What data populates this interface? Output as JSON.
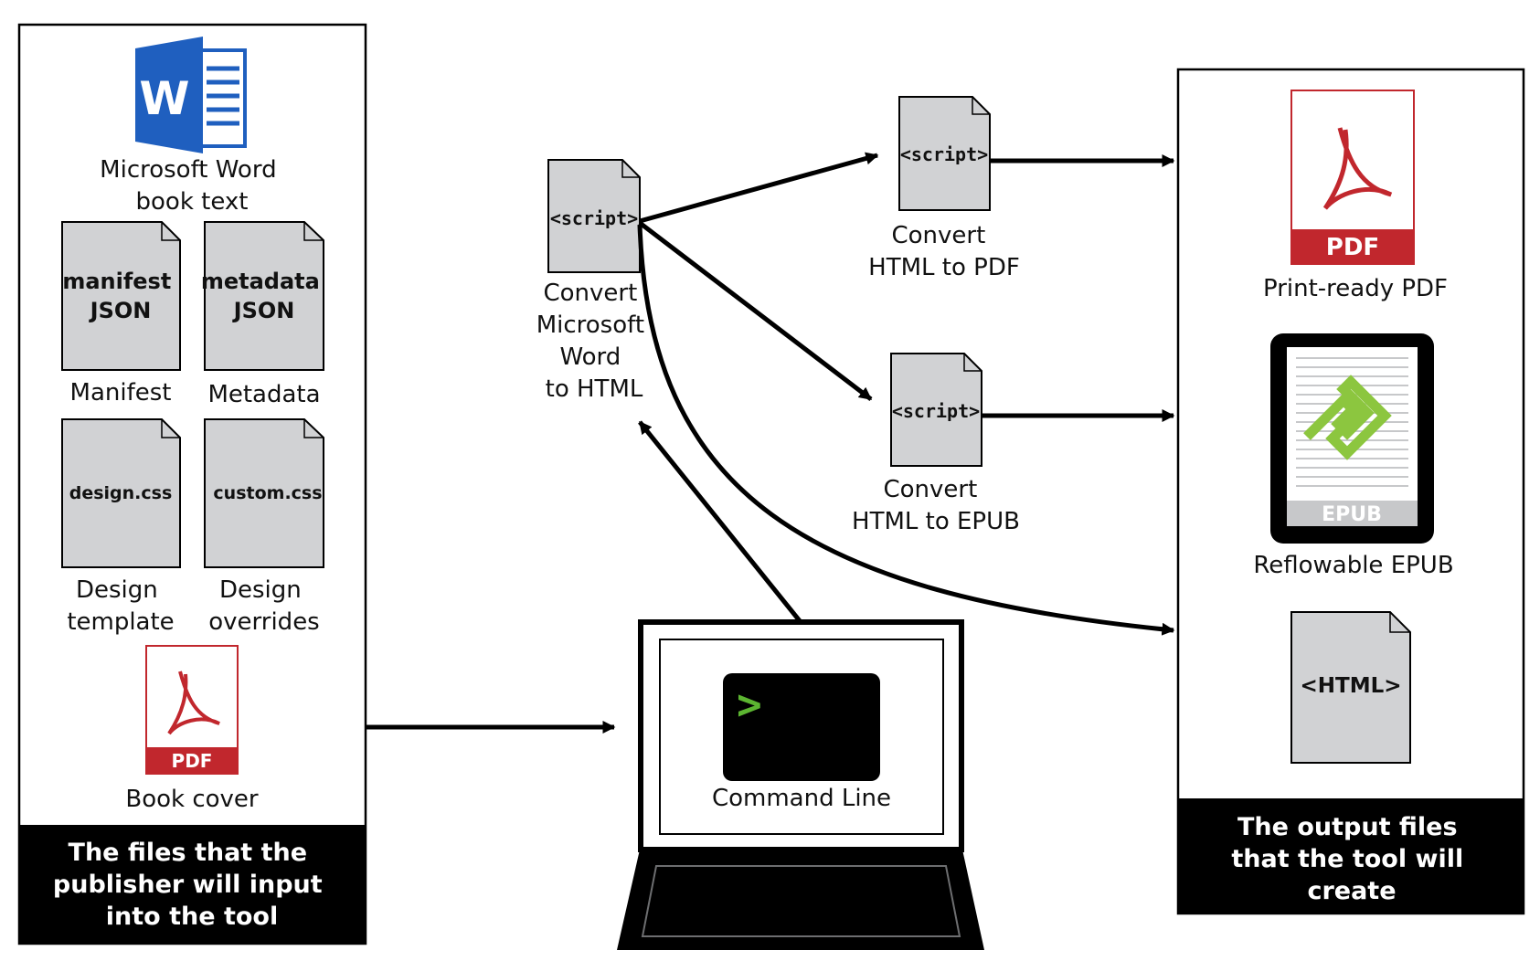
{
  "input_panel": {
    "caption": [
      "The files that the",
      "publisher will input",
      "into the tool"
    ],
    "word": {
      "label": [
        "Microsoft Word",
        "book text"
      ],
      "icon": "microsoft-word-icon",
      "letter": "W"
    },
    "docs": [
      {
        "doc_text": [
          "manifest",
          "JSON"
        ],
        "label": [
          "Manifest"
        ]
      },
      {
        "doc_text": [
          "metadata",
          "JSON"
        ],
        "label": [
          "Metadata"
        ]
      },
      {
        "doc_text": [
          "design.css"
        ],
        "label": [
          "Design",
          "template"
        ]
      },
      {
        "doc_text": [
          "custom.css"
        ],
        "label": [
          "Design",
          "overrides"
        ]
      }
    ],
    "cover": {
      "badge": "PDF",
      "label": [
        "Book cover"
      ],
      "icon": "pdf-file-icon"
    }
  },
  "scripts": {
    "doc_text": "<script>",
    "convert_word": [
      "Convert",
      "Microsoft",
      "Word",
      "to HTML"
    ],
    "convert_pdf": [
      "Convert",
      "HTML to PDF"
    ],
    "convert_epub": [
      "Convert",
      "HTML to EPUB"
    ]
  },
  "laptop": {
    "prompt": ">",
    "label": "Command Line",
    "icon": "laptop-terminal-icon"
  },
  "output_panel": {
    "caption": [
      "The output files",
      "that the tool will",
      "create"
    ],
    "pdf": {
      "badge": "PDF",
      "label": "Print-ready PDF",
      "icon": "pdf-file-icon"
    },
    "epub": {
      "badge": "EPUB",
      "label": "Reflowable EPUB",
      "icon": "epub-tablet-icon"
    },
    "html": {
      "doc_text": "<HTML>",
      "icon": "html-file-icon"
    }
  },
  "colors": {
    "panel_caption_bg": "#000000",
    "doc_fill": "#d1d2d4",
    "pdf_red": "#c1272d",
    "word_blue": "#1f5fbf",
    "epub_green": "#8cc63f",
    "prompt_green": "#5cb531"
  }
}
